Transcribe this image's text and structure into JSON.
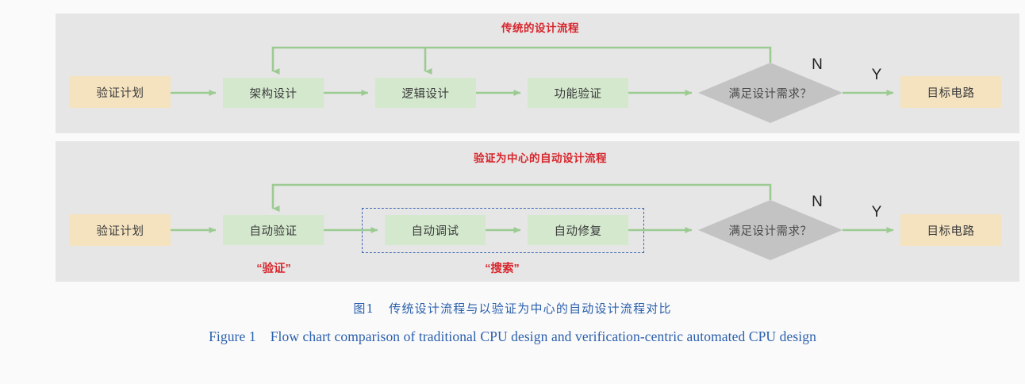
{
  "figure": {
    "caption_cn_label": "图1",
    "caption_cn_text": "传统设计流程与以验证为中心的自动设计流程对比",
    "caption_en_label": "Figure 1",
    "caption_en_text": "Flow chart comparison of traditional CPU design and verification-centric automated CPU design",
    "colors": {
      "page_background": "#fafafa",
      "panel_background": "#e6e6e6",
      "terminal_fill": "#f5e3c0",
      "process_fill": "#d3e8cd",
      "decision_fill": "#c3c3c3",
      "arrow_green": "#9ccb92",
      "title_red": "#d7262c",
      "dashed_blue": "#3b64b5",
      "caption_blue": "#2a5fad"
    }
  },
  "flows": [
    {
      "id": "traditional",
      "title": "传统的设计流程",
      "nodes": [
        {
          "name": "verification-plan",
          "label": "验证计划",
          "type": "terminal"
        },
        {
          "name": "architecture-design",
          "label": "架构设计",
          "type": "process"
        },
        {
          "name": "logic-design",
          "label": "逻辑设计",
          "type": "process"
        },
        {
          "name": "function-verification",
          "label": "功能验证",
          "type": "process"
        },
        {
          "name": "meets-requirements",
          "label": "满足设计需求？",
          "type": "decision"
        },
        {
          "name": "target-circuit",
          "label": "目标电路",
          "type": "terminal"
        }
      ],
      "branch_no": "N",
      "branch_yes": "Y",
      "annotations": []
    },
    {
      "id": "automated",
      "title": "验证为中心的自动设计流程",
      "nodes": [
        {
          "name": "verification-plan",
          "label": "验证计划",
          "type": "terminal"
        },
        {
          "name": "auto-verification",
          "label": "自动验证",
          "type": "process"
        },
        {
          "name": "auto-debug",
          "label": "自动调试",
          "type": "process"
        },
        {
          "name": "auto-repair",
          "label": "自动修复",
          "type": "process"
        },
        {
          "name": "meets-requirements",
          "label": "满足设计需求？",
          "type": "decision"
        },
        {
          "name": "target-circuit",
          "label": "目标电路",
          "type": "terminal"
        }
      ],
      "branch_no": "N",
      "branch_yes": "Y",
      "annotations": [
        {
          "name": "annotation-verify",
          "label": "“验证”"
        },
        {
          "name": "annotation-search",
          "label": "“搜索”"
        }
      ]
    }
  ]
}
